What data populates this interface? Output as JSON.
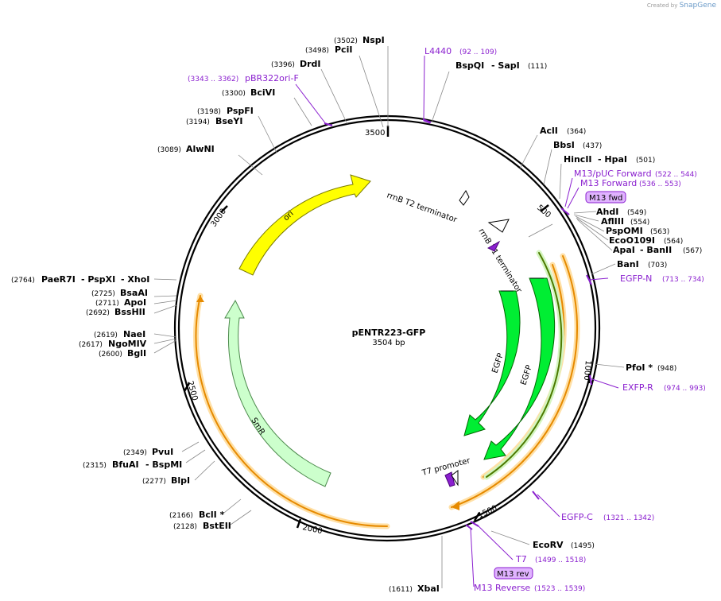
{
  "credit": {
    "prefix": "Created by",
    "brand": "SnapGene"
  },
  "plasmid": {
    "name": "pENTR223-GFP",
    "size_label": "3504 bp"
  },
  "ticks": [
    "3500",
    "500",
    "1000",
    "1500",
    "2000",
    "2500",
    "3000"
  ],
  "enzymes": [
    {
      "id": "nspi",
      "pos": "(3502)",
      "name": "NspI"
    },
    {
      "id": "pcii",
      "pos": "(3498)",
      "name": "PciI"
    },
    {
      "id": "drdi",
      "pos": "(3396)",
      "name": "DrdI"
    },
    {
      "id": "bcivi",
      "pos": "(3300)",
      "name": "BciVI"
    },
    {
      "id": "pspfi",
      "pos": "(3198)",
      "name": "PspFI"
    },
    {
      "id": "bseyi",
      "pos": "(3194)",
      "name": "BseYI"
    },
    {
      "id": "alwni",
      "pos": "(3089)",
      "name": "AlwNI"
    },
    {
      "id": "bspqi",
      "name": "BspQI",
      "dash": "- SapI",
      "pos": "(111)"
    },
    {
      "id": "acli",
      "name": "AclI",
      "pos": "(364)"
    },
    {
      "id": "bbsi",
      "name": "BbsI",
      "pos": "(437)"
    },
    {
      "id": "hincii",
      "name": "HincII",
      "dash": "- HpaI",
      "pos": "(501)"
    },
    {
      "id": "ahdi",
      "name": "AhdI",
      "pos": "(549)"
    },
    {
      "id": "afliii",
      "name": "AflIII",
      "pos": "(554)"
    },
    {
      "id": "pspomi",
      "name": "PspOMI",
      "pos": "(563)"
    },
    {
      "id": "eco0109i",
      "name": "EcoO109I",
      "pos": "(564)"
    },
    {
      "id": "apai",
      "name": "ApaI",
      "dash": "- BanII",
      "pos": "(567)"
    },
    {
      "id": "bani",
      "name": "BanI",
      "pos": "(703)"
    },
    {
      "id": "pfoi",
      "name": "PfoI *",
      "pos": "(948)"
    },
    {
      "id": "ecorv",
      "name": "EcoRV",
      "pos": "(1495)"
    },
    {
      "id": "xbai",
      "pos": "(1611)",
      "name": "XbaI"
    },
    {
      "id": "paer7i",
      "pos": "(2764)",
      "name": "PaeR7I",
      "dash": "- PspXI",
      "dash2": "- XhoI"
    },
    {
      "id": "bsaai",
      "pos": "(2725)",
      "name": "BsaAI"
    },
    {
      "id": "apoi",
      "pos": "(2711)",
      "name": "ApoI"
    },
    {
      "id": "bsshii",
      "pos": "(2692)",
      "name": "BssHII"
    },
    {
      "id": "naei",
      "pos": "(2619)",
      "name": "NaeI"
    },
    {
      "id": "ngomiv",
      "pos": "(2617)",
      "name": "NgoMIV"
    },
    {
      "id": "bgli",
      "pos": "(2600)",
      "name": "BglI"
    },
    {
      "id": "pvui",
      "pos": "(2349)",
      "name": "PvuI"
    },
    {
      "id": "bfuai",
      "pos": "(2315)",
      "name": "BfuAI",
      "dash": "- BspMI"
    },
    {
      "id": "blpi",
      "pos": "(2277)",
      "name": "BlpI"
    },
    {
      "id": "bcli",
      "pos": "(2166)",
      "name": "BclI *"
    },
    {
      "id": "bsteii",
      "pos": "(2128)",
      "name": "BstEII"
    }
  ],
  "primers": [
    {
      "id": "l4440",
      "name": "L4440",
      "range": "(92 .. 109)"
    },
    {
      "id": "pbr322ori",
      "range": "(3343 .. 3362)",
      "name": "pBR322ori-F"
    },
    {
      "id": "m13puc",
      "name": "M13/pUC Forward",
      "range": "(522 .. 544)"
    },
    {
      "id": "m13fwd",
      "name": "M13 Forward",
      "range": "(536 .. 553)"
    },
    {
      "id": "egfpn",
      "name": "EGFP-N",
      "range": "(713 .. 734)"
    },
    {
      "id": "exfpr",
      "name": "EXFP-R",
      "range": "(974 .. 993)"
    },
    {
      "id": "egfpc",
      "name": "EGFP-C",
      "range": "(1321 .. 1342)"
    },
    {
      "id": "t7",
      "name": "T7",
      "range": "(1499 .. 1518)"
    },
    {
      "id": "m13rev",
      "name": "M13 Reverse",
      "range": "(1523 .. 1539)"
    }
  ],
  "primer_boxes": {
    "m13fwd": "M13 fwd",
    "m13rev": "M13 rev"
  },
  "features": {
    "ori": "ori",
    "smr": "SmR",
    "egfp1": "EGFP",
    "egfp2": "EGFP",
    "t2": "rrnB T2 terminator",
    "t1": "rrnB T1 terminator",
    "t7p": "T7 promoter"
  },
  "colors": {
    "ori": "#ffff00",
    "smr": "#ccffcc",
    "egfp": "#00ee33",
    "orange": "#e68a00",
    "primer": "#8a1fcf",
    "box": "#e0b3ff"
  }
}
